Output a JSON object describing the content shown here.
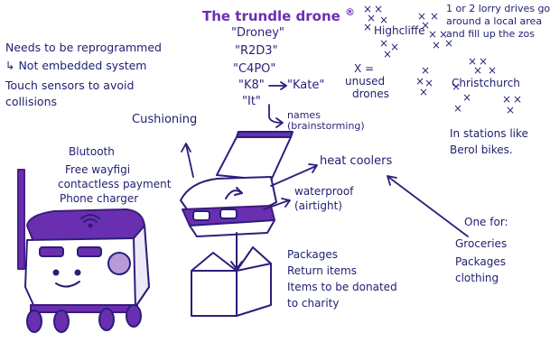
{
  "title": {
    "text": "The trundle drone",
    "mark": "®"
  },
  "name_options": [
    "\"Droney\"",
    "\"R2D3\"",
    "\"C4PO\"",
    "\"K8\"",
    "\"Kate\"",
    "\"It\""
  ],
  "names_note": "names (brainstorming)",
  "left_notes": {
    "line1": "Needs to be reprogrammed",
    "line2": "↳ Not embedded system",
    "line3": "Touch sensors to avoid",
    "line4": "collisions"
  },
  "features": {
    "line1": "Blutooth",
    "line2": "Free wayfigi",
    "line3": "contactless payment",
    "line4": "Phone charger"
  },
  "cushioning": "Cushioning",
  "heat_coolers": "heat coolers",
  "waterproof": {
    "line1": "waterproof",
    "line2": "(airtight)"
  },
  "packages": {
    "line1": "Packages",
    "line2": "Return items",
    "line3": "Items to be donated",
    "line4": "to charity"
  },
  "one_for": {
    "line1": "One for:",
    "line2": "Groceries",
    "line3": "Packages",
    "line4": "clothing"
  },
  "unused": {
    "line1": "X =",
    "line2": "unused",
    "line3": "drones"
  },
  "places": {
    "highcliffe": "Highcliffe",
    "christchurch": "Christchurch"
  },
  "lorry": {
    "line1": "1 or 2 lorry drives go",
    "line2": "around a local area",
    "line3": "and fill up the zos"
  },
  "stations": {
    "line1": "In stations like",
    "line2": "Berol bikes."
  },
  "colors": {
    "ink": "#2a1f7a",
    "purple": "#6a2fb0",
    "navy": "#1d1f6e"
  }
}
